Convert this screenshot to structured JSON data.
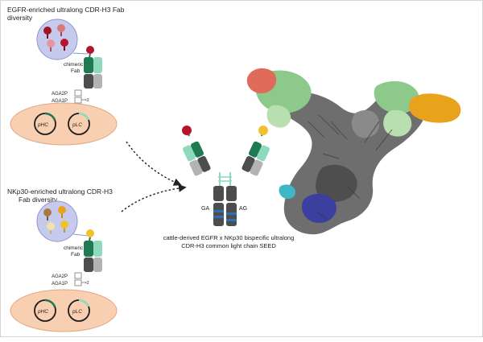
{
  "top_panel": {
    "title_line1": "EGFR-enriched ultralong CDR-H3 Fab",
    "title_line2": "diversity",
    "fab_label_line1": "chimeric",
    "fab_label_line2": "Fab",
    "aga2p": "AGA2P",
    "aga1p": "AGA1P",
    "phc": "pHC",
    "plc": "pLC",
    "sphere_color": "#b5142b"
  },
  "bottom_panel": {
    "title_line1": "NKp30-enriched ultralong CDR-H3",
    "title_line2": "Fab diversity",
    "fab_label_line1": "chimeric",
    "fab_label_line2": "Fab",
    "aga2p": "AGA2P",
    "aga1p": "AGA1P",
    "phc": "pHC",
    "plc": "pLC",
    "sphere_color": "#f2c12e"
  },
  "bispecific": {
    "ga": "GA",
    "ag": "AG",
    "caption_line1": "cattle-derived EGFR x NKp30 bispecific ultralong",
    "caption_line2": "CDR-H3 common light chain SEED"
  },
  "colors": {
    "heavy_chain_dark": "#1f7a52",
    "light_chain_mint": "#8fd9bd",
    "constant_dark": "#4d4d4d",
    "constant_light": "#b3b3b3",
    "yeast_cell": "#f8cfb0",
    "yeast_cell_border": "#e0a887",
    "egfr_knob": "#b5142b",
    "nkp30_knob": "#f2c12e",
    "structure_gray": "#6e6e6e",
    "structure_green": "#8dc98a",
    "structure_orange": "#e9a21c",
    "structure_red": "#e06b5b",
    "structure_blue": "#3b3fa0",
    "structure_cyan": "#3fb7c6"
  }
}
